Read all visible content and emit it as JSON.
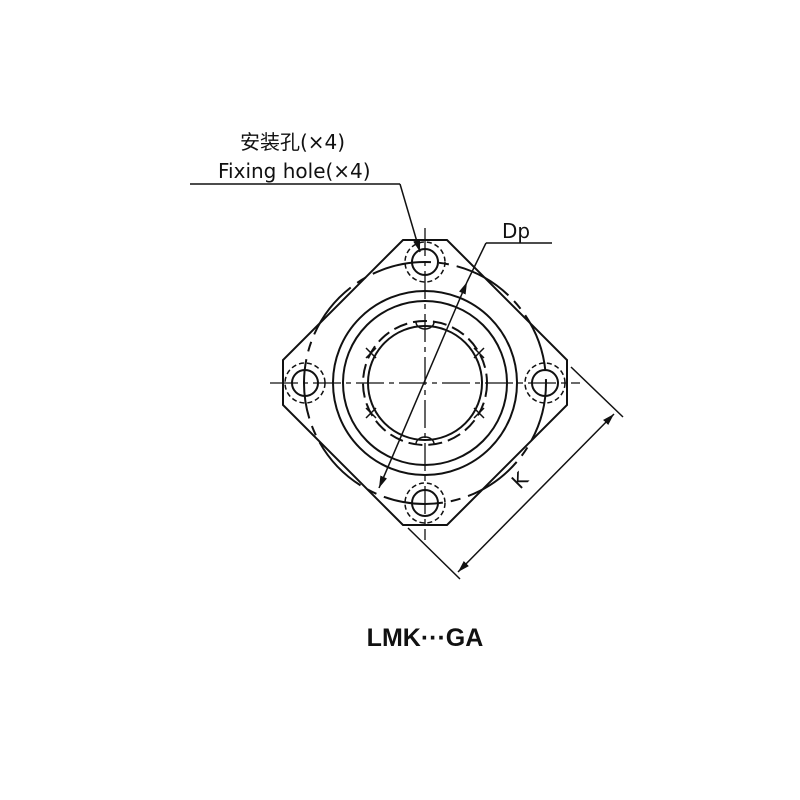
{
  "labels": {
    "hole_cn": "安装孔(×4)",
    "hole_en": "Fixing hole(×4)",
    "dp": "Dp",
    "k": "K"
  },
  "title": "LMK···GA",
  "colors": {
    "line": "#111111",
    "background": "#ffffff"
  }
}
